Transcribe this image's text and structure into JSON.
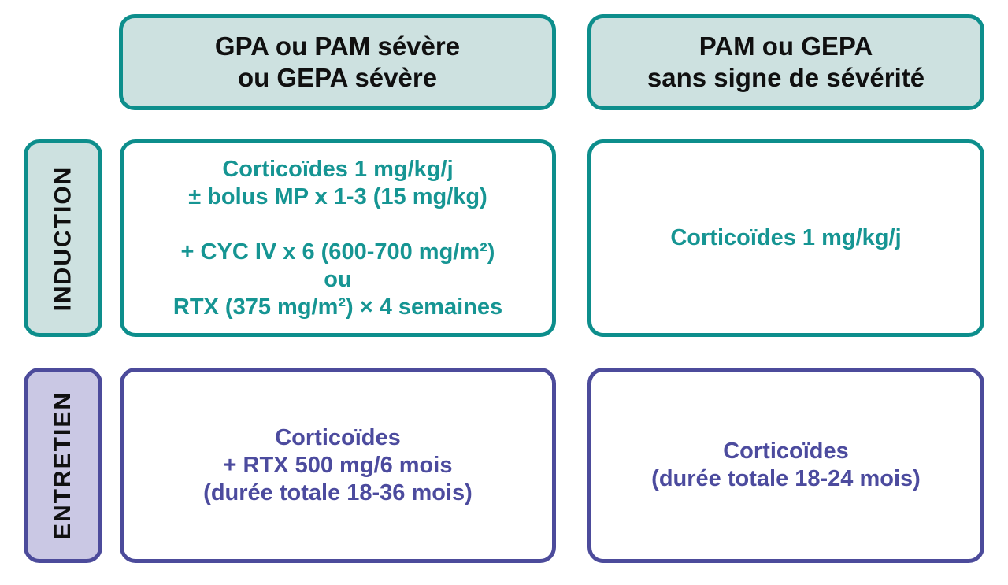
{
  "colors": {
    "teal_border": "#0D8E8C",
    "teal_fill": "#CDE1E0",
    "teal_text": "#169593",
    "purple_border": "#4C4B9B",
    "purple_fill": "#CAC8E4",
    "purple_text": "#4C4B9E",
    "header_text": "#101010",
    "background": "#FFFFFF"
  },
  "columns": {
    "severe": {
      "line1": "GPA ou PAM sévère",
      "line2": "ou GEPA sévère"
    },
    "non_severe": {
      "line1": "PAM ou GEPA",
      "line2": "sans signe de sévérité"
    }
  },
  "rows": {
    "induction": {
      "label": "INDUCTION",
      "severe_lines": [
        "Corticoïdes 1 mg/kg/j",
        "± bolus MP x 1-3 (15 mg/kg)",
        "",
        "+ CYC IV x 6 (600-700 mg/m²)",
        "ou",
        "RTX (375 mg/m²) × 4 semaines"
      ],
      "non_severe_lines": [
        "Corticoïdes 1 mg/kg/j"
      ]
    },
    "entretien": {
      "label": "ENTRETIEN",
      "severe_lines": [
        "Corticoïdes",
        "+ RTX 500 mg/6 mois",
        "(durée totale 18-36 mois)"
      ],
      "non_severe_lines": [
        "Corticoïdes",
        "(durée totale 18-24 mois)"
      ]
    }
  }
}
